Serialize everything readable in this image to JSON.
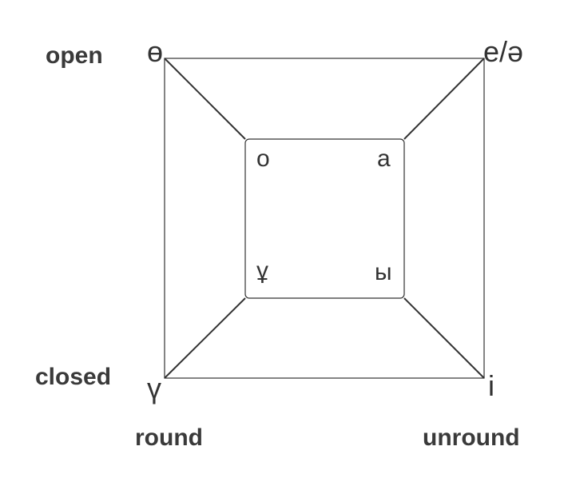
{
  "labels": {
    "open": "open",
    "closed": "closed",
    "round": "round",
    "unround": "unround"
  },
  "vowels": {
    "outer_top_left": "ө",
    "outer_top_right": "е/ə",
    "outer_bottom_left": "ү",
    "outer_bottom_right": "і",
    "inner_top_left": "о",
    "inner_top_right": "а",
    "inner_bottom_left": "ұ",
    "inner_bottom_right": "ы"
  },
  "colors": {
    "line": "#333333",
    "text": "#333333",
    "background": "#ffffff"
  }
}
